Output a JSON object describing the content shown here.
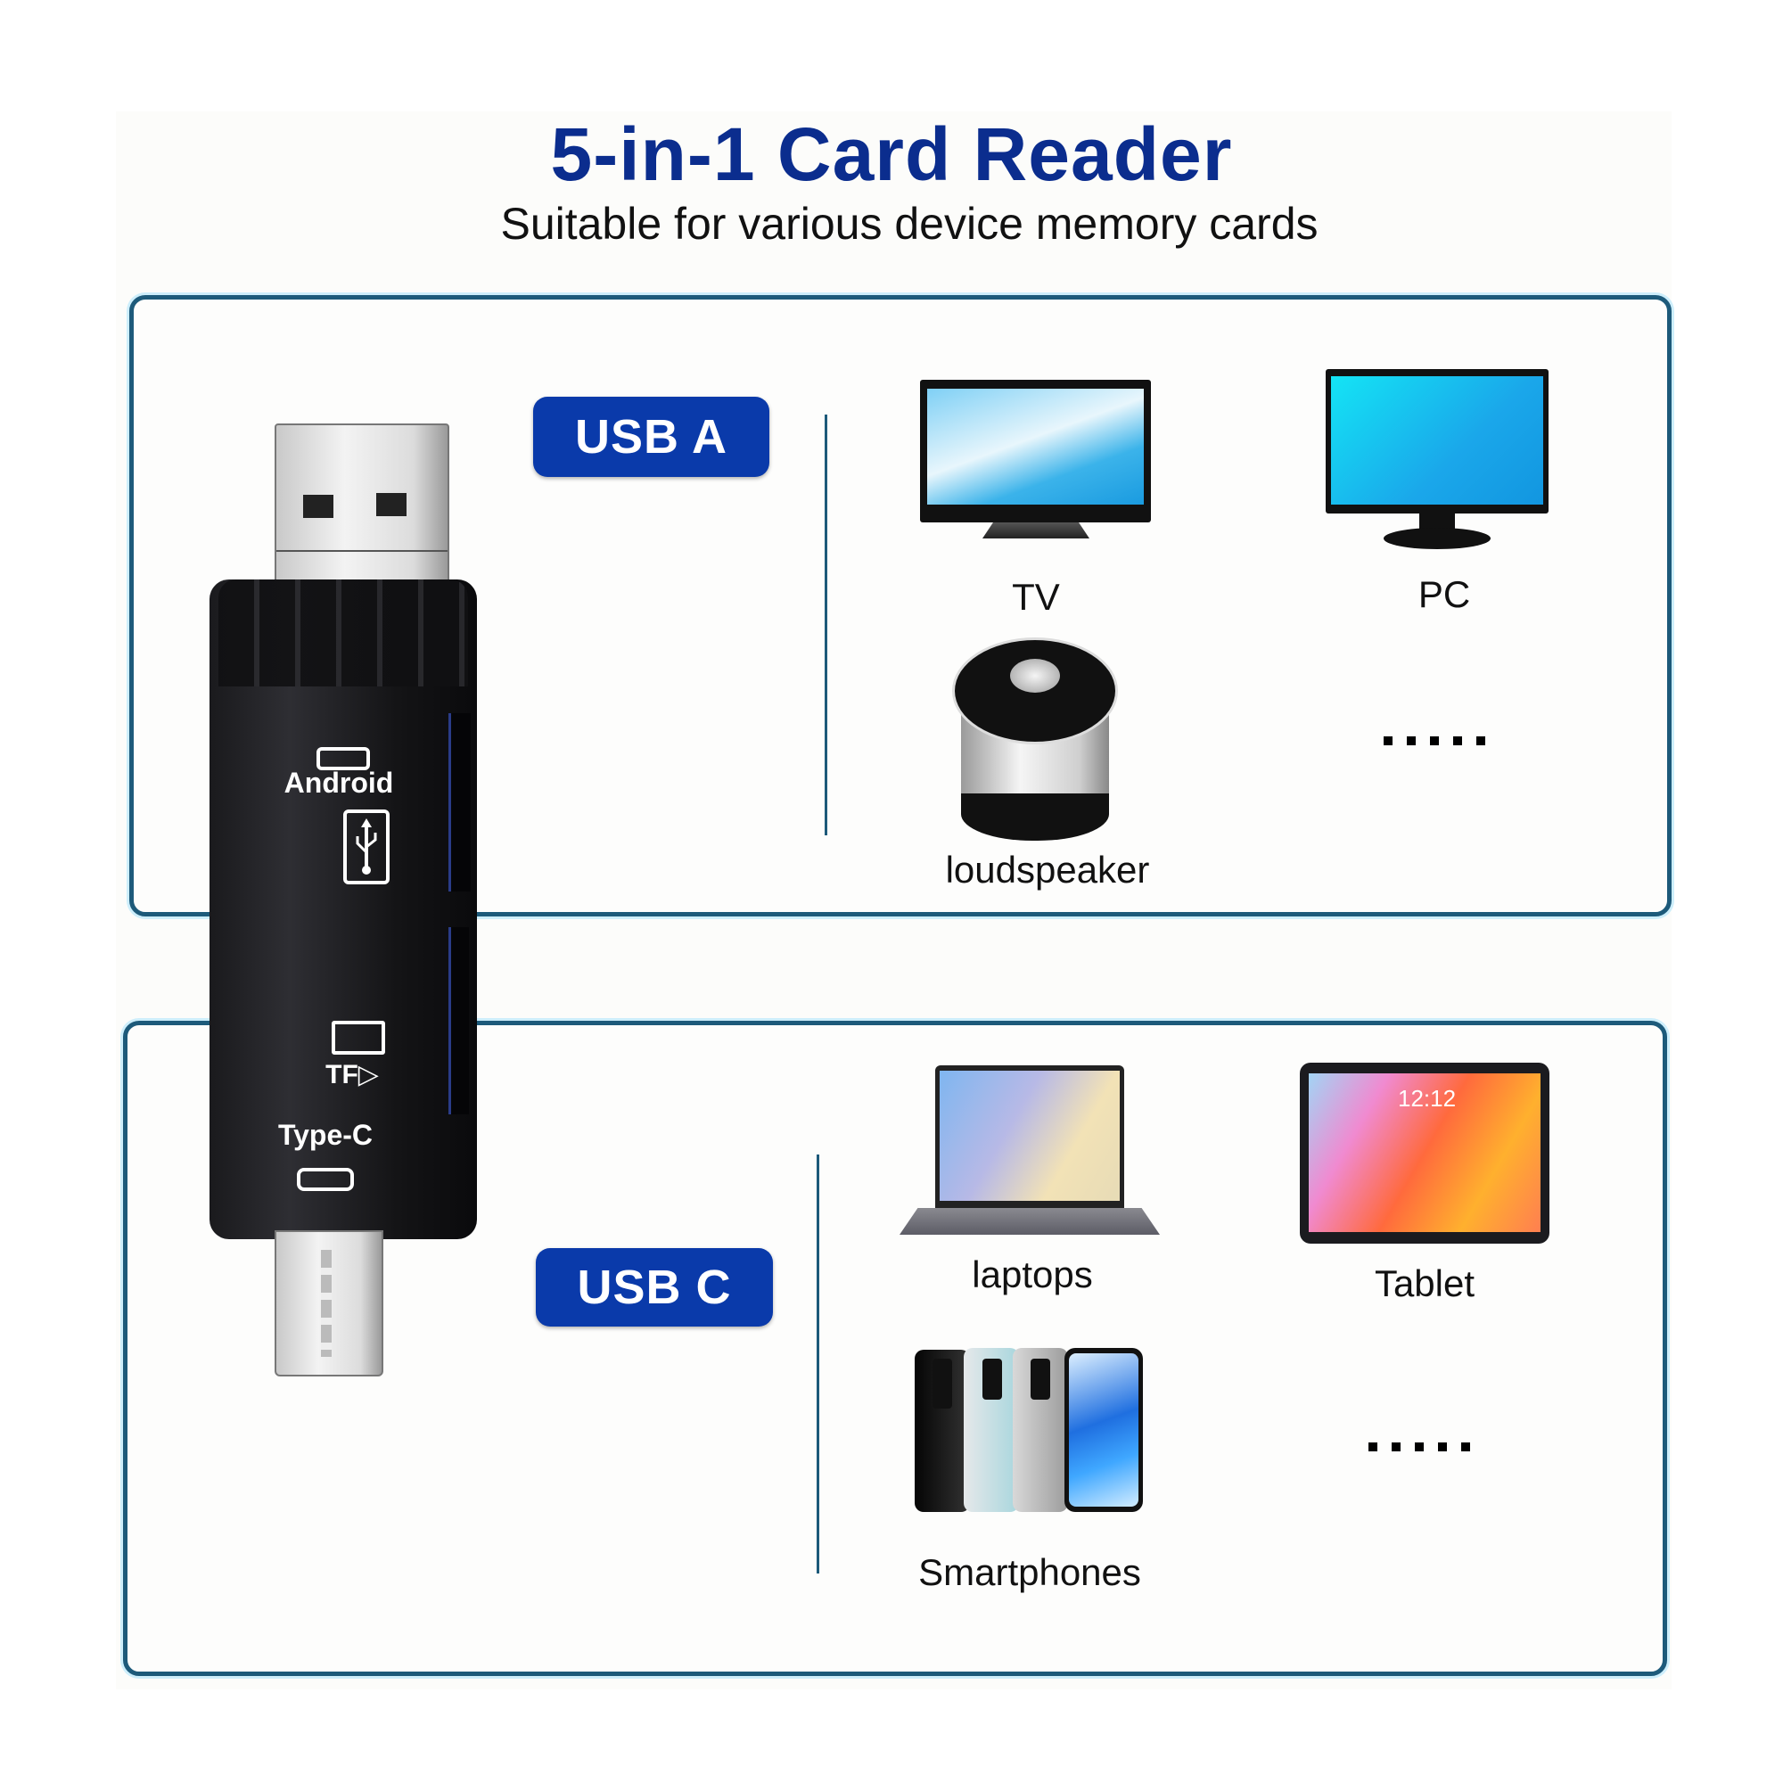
{
  "header": {
    "title": "5-in-1 Card Reader",
    "subtitle": "Suitable for various device memory cards"
  },
  "reader": {
    "labels": {
      "android": "Android",
      "tf": "TF▷",
      "type_c": "Type-C"
    },
    "icons": [
      "micro-usb-port-icon",
      "usb-symbol-icon",
      "tf-card-icon",
      "type-c-port-icon"
    ]
  },
  "sections": [
    {
      "badge": "USB A",
      "devices": [
        {
          "label": "TV",
          "icon": "tv-icon"
        },
        {
          "label": "PC",
          "icon": "monitor-icon"
        },
        {
          "label": "loudspeaker",
          "icon": "speaker-icon"
        },
        {
          "label": "......",
          "icon": "more-dots"
        }
      ]
    },
    {
      "badge": "USB C",
      "devices": [
        {
          "label": "laptops",
          "icon": "laptop-icon"
        },
        {
          "label": "Tablet",
          "icon": "tablet-icon",
          "screen_time": "12:12"
        },
        {
          "label": "Smartphones",
          "icon": "smartphones-icon"
        },
        {
          "label": "......",
          "icon": "more-dots"
        }
      ]
    }
  ],
  "colors": {
    "title": "#0b2d8e",
    "badge": "#0a3aaa",
    "border": "#1d5a7a"
  }
}
